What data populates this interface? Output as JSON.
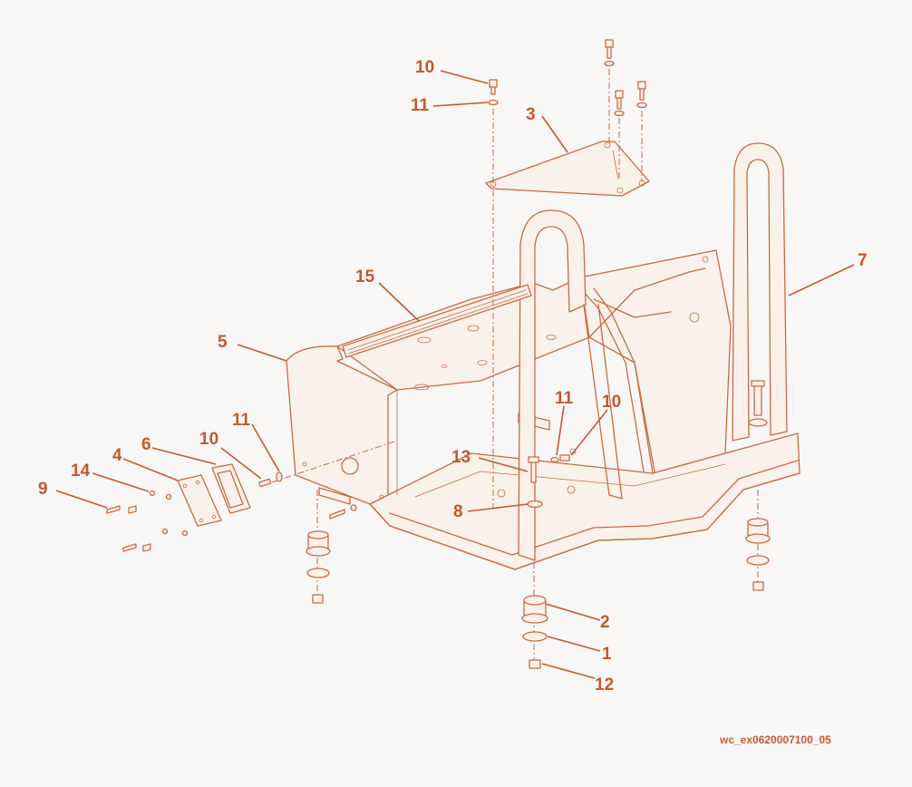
{
  "colors": {
    "line": "#c96a42",
    "fill": "#faf1ea",
    "text": "#c25a30",
    "background": "#f8f7f5"
  },
  "diagram": {
    "figure_code": "wc_ex0620007100_05",
    "callouts": {
      "c10a": "10",
      "c11a": "11",
      "c3": "3",
      "c15": "15",
      "c5": "5",
      "c7": "7",
      "c11b": "11",
      "c10b": "10",
      "c6": "6",
      "c4": "4",
      "c14": "14",
      "c9": "9",
      "c11c": "11",
      "c10c": "10",
      "c13": "13",
      "c8": "8",
      "c2": "2",
      "c1": "1",
      "c12": "12"
    }
  }
}
